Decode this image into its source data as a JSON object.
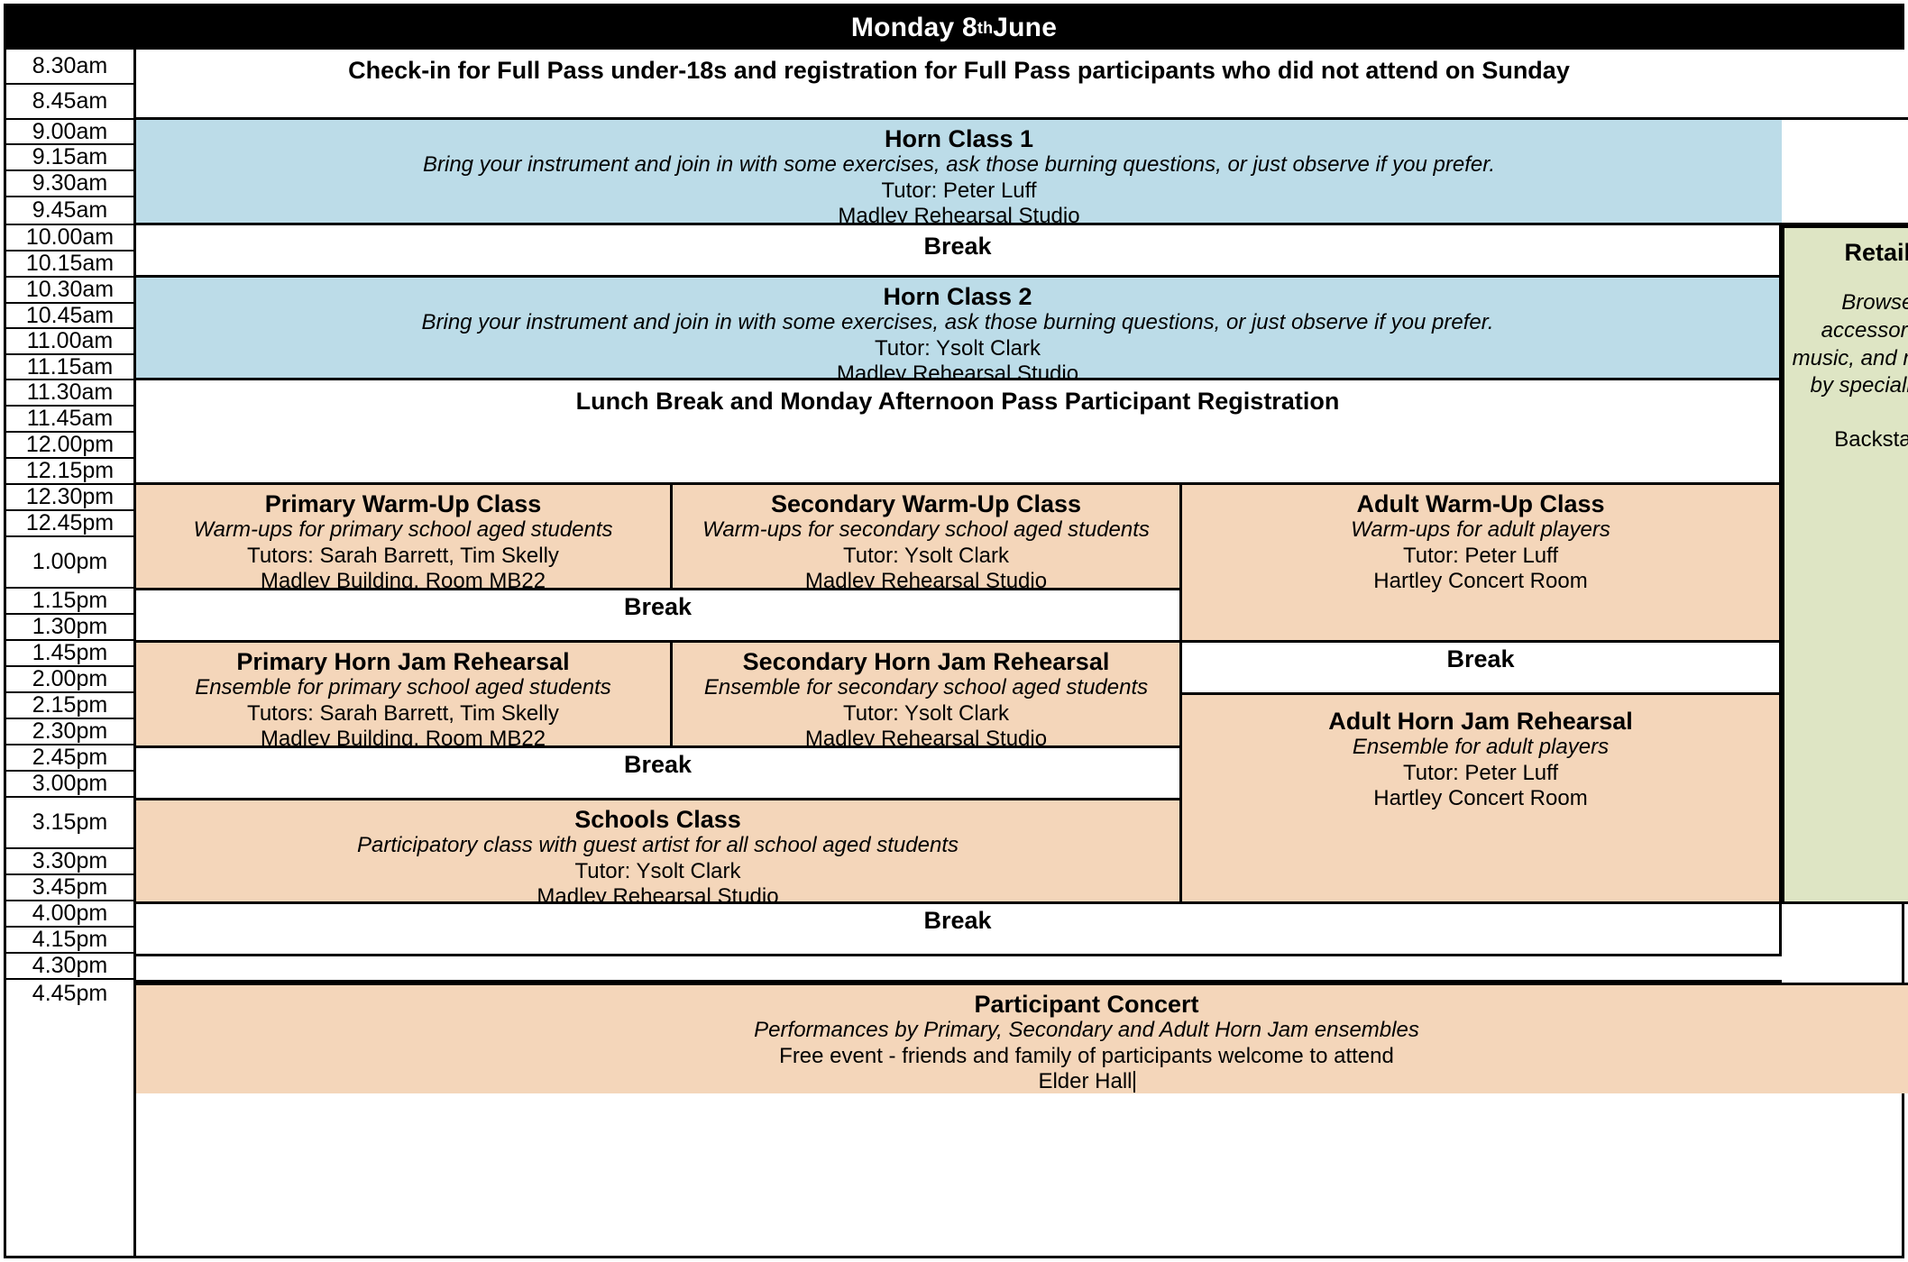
{
  "header": {
    "day": "Monday 8",
    "ordinal": "th",
    "month": " June",
    "full_title": "Monday 8th June"
  },
  "colors": {
    "header_bg": "#000000",
    "header_text": "#ffffff",
    "class_blue": "#bcdce8",
    "session_peach": "#f4d6ba",
    "expo_green": "#dee5c4",
    "break_white": "#ffffff",
    "border": "#000000"
  },
  "time_slots": [
    "8.30am",
    "8.45am",
    "9.00am",
    "9.15am",
    "9.30am",
    "9.45am",
    "10.00am",
    "10.15am",
    "10.30am",
    "10.45am",
    "11.00am",
    "11.15am",
    "11.30am",
    "11.45am",
    "12.00pm",
    "12.15pm",
    "12.30pm",
    "12.45pm",
    "1.00pm",
    "1.15pm",
    "1.30pm",
    "1.45pm",
    "2.00pm",
    "2.15pm",
    "2.30pm",
    "2.45pm",
    "3.00pm",
    "3.15pm",
    "3.30pm",
    "3.45pm",
    "4.00pm",
    "4.15pm",
    "4.30pm",
    "4.45pm"
  ],
  "events": {
    "checkin": {
      "title": "Check-in for Full Pass under-18s and registration for Full Pass participants who did not attend on Sunday"
    },
    "horn_class_1": {
      "title": "Horn Class 1",
      "description": "Bring your instrument and join in with some exercises, ask those burning questions, or just observe if you prefer.",
      "tutor": "Tutor: Peter Luff",
      "venue": "Madley Rehearsal Studio"
    },
    "break_1": {
      "title": "Break"
    },
    "horn_class_2": {
      "title": "Horn Class 2",
      "description": "Bring your instrument and join in with some exercises, ask those burning questions, or just observe if you prefer.",
      "tutor": "Tutor: Ysolt Clark",
      "venue": "Madley Rehearsal Studio"
    },
    "lunch": {
      "title": "Lunch Break and Monday Afternoon Pass Participant Registration"
    },
    "primary_warmup": {
      "title": "Primary Warm-Up Class",
      "description": "Warm-ups for primary school aged students",
      "tutor": "Tutors: Sarah Barrett, Tim Skelly",
      "venue": "Madley Building, Room MB22"
    },
    "secondary_warmup": {
      "title": "Secondary Warm-Up Class",
      "description": "Warm-ups for secondary school aged students",
      "tutor": "Tutor: Ysolt Clark",
      "venue": "Madley Rehearsal Studio"
    },
    "adult_warmup": {
      "title": "Adult Warm-Up Class",
      "description": "Warm-ups for adult players",
      "tutor": "Tutor: Peter Luff",
      "venue": "Hartley Concert Room"
    },
    "break_2": {
      "title": "Break"
    },
    "primary_jam": {
      "title": "Primary Horn Jam Rehearsal",
      "description": "Ensemble for primary school aged students",
      "tutor": "Tutors: Sarah Barrett, Tim Skelly",
      "venue": "Madley Building, Room MB22"
    },
    "secondary_jam": {
      "title": "Secondary Horn Jam Rehearsal",
      "description": "Ensemble for secondary school aged students",
      "tutor": "Tutor: Ysolt Clark",
      "venue": "Madley Rehearsal Studio"
    },
    "break_adult": {
      "title": "Break"
    },
    "adult_jam": {
      "title": "Adult Horn Jam Rehearsal",
      "description": "Ensemble for adult players",
      "tutor": "Tutor: Peter Luff",
      "venue": "Hartley Concert Room"
    },
    "break_3": {
      "title": "Break"
    },
    "schools_class": {
      "title": "Schools Class",
      "description": "Participatory class with guest artist for all school aged students",
      "tutor": "Tutor: Ysolt Clark",
      "venue": "Madley Rehearsal Studio"
    },
    "break_4": {
      "title": "Break"
    },
    "participant_concert": {
      "title": "Participant Concert",
      "description": "Performances by Primary, Secondary and Adult Horn Jam ensembles",
      "note": "Free event - friends and family of participants welcome to attend",
      "venue": "Elder Hall"
    }
  },
  "retail_expo": {
    "title": "Retail Expo",
    "description": "Browse horns, accessories, sheet music, and more for sale by specialist retailers",
    "cafe": "Backstage Café"
  }
}
